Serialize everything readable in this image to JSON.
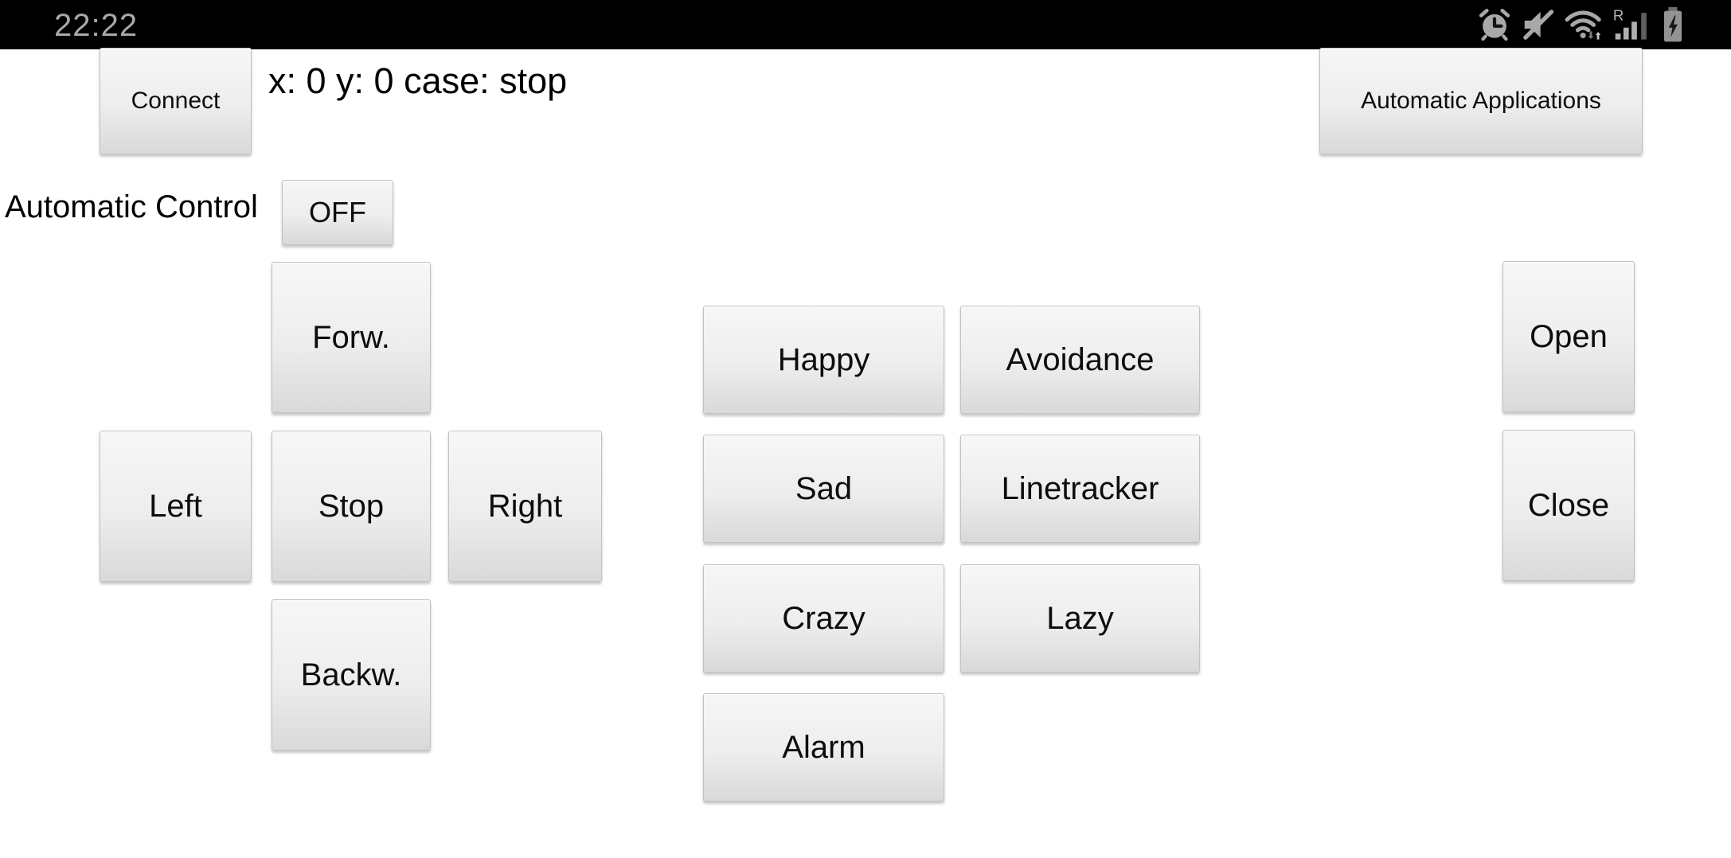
{
  "statusbar": {
    "time": "22:22",
    "roaming_indicator": "R",
    "icons": [
      "alarm-clock-icon",
      "volume-muted-icon",
      "wifi-icon",
      "cell-signal-icon",
      "battery-charging-icon"
    ],
    "bg_color": "#000000",
    "time_color": "#a9a9a9",
    "icon_color": "#a8a8a8"
  },
  "header": {
    "connect_label": "Connect",
    "telemetry": "x: 0 y: 0 case: stop",
    "automatic_applications_label": "Automatic Applications"
  },
  "automatic_control": {
    "label": "Automatic Control",
    "toggle_label": "OFF"
  },
  "dpad": {
    "forward_label": "Forw.",
    "left_label": "Left",
    "stop_label": "Stop",
    "right_label": "Right",
    "backward_label": "Backw."
  },
  "modes": {
    "happy_label": "Happy",
    "avoidance_label": "Avoidance",
    "sad_label": "Sad",
    "linetracker_label": "Linetracker",
    "crazy_label": "Crazy",
    "lazy_label": "Lazy",
    "alarm_label": "Alarm"
  },
  "gripper": {
    "open_label": "Open",
    "close_label": "Close"
  },
  "colors": {
    "background": "#ffffff",
    "button_gradient_top": "#f7f7f7",
    "button_gradient_bottom": "#d9d9d9",
    "button_border": "#c2c2c2",
    "text": "#000000"
  }
}
